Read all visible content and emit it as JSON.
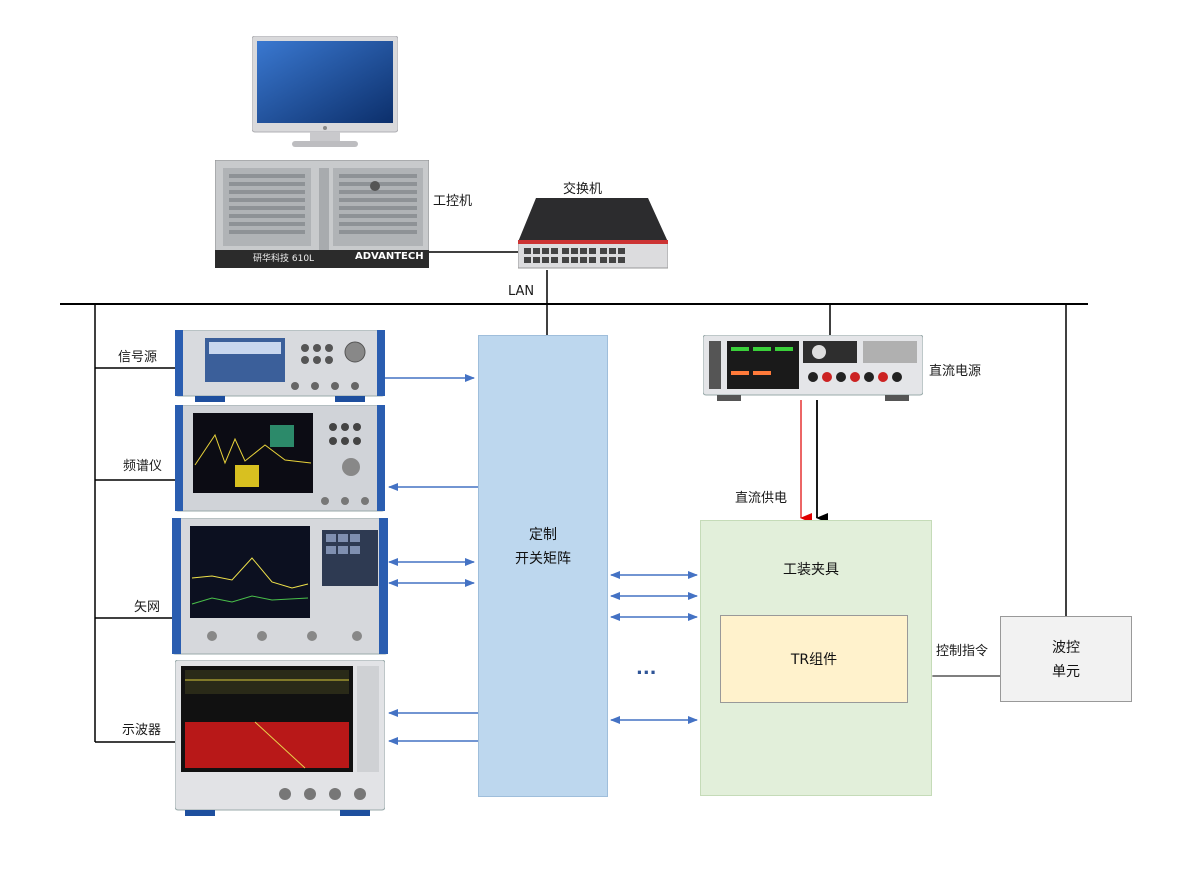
{
  "labels": {
    "ipc": "工控机",
    "switch": "交换机",
    "lan": "LAN",
    "signal_source": "信号源",
    "spectrum_analyzer": "频谱仪",
    "vna": "矢网",
    "oscilloscope": "示波器",
    "dc_power": "直流电源",
    "dc_supply": "直流供电",
    "matrix_line1": "定制",
    "matrix_line2": "开关矩阵",
    "fixture": "工装夹具",
    "tr_component": "TR组件",
    "control_cmd": "控制指令",
    "beam_line1": "波控",
    "beam_line2": "单元",
    "ellipsis": "...",
    "ipc_brand": "ADVANTECH",
    "ipc_model": "研华科技 610L"
  },
  "colors": {
    "matrix_fill": "#bdd7ee",
    "fixture_fill": "#e2efda",
    "tr_fill": "#fff2cc",
    "beam_fill": "#f2f2f2",
    "arrow_blue": "#4472c4",
    "power_red": "#e00000",
    "line_black": "#000000",
    "cmd_gray": "#7f7f7f"
  }
}
